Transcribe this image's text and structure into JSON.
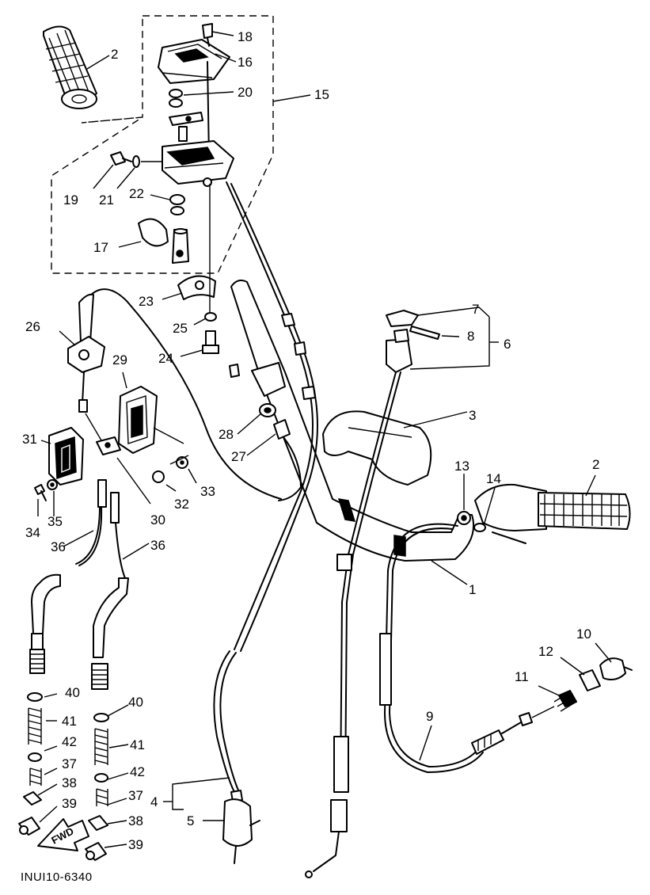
{
  "callouts": [
    {
      "id": "c2a",
      "text": "2"
    },
    {
      "id": "c18",
      "text": "18"
    },
    {
      "id": "c16",
      "text": "16"
    },
    {
      "id": "c20",
      "text": "20"
    },
    {
      "id": "c15",
      "text": "15"
    },
    {
      "id": "c19",
      "text": "19"
    },
    {
      "id": "c21",
      "text": "21"
    },
    {
      "id": "c22",
      "text": "22"
    },
    {
      "id": "c17",
      "text": "17"
    },
    {
      "id": "c23",
      "text": "23"
    },
    {
      "id": "c25",
      "text": "25"
    },
    {
      "id": "c24",
      "text": "24"
    },
    {
      "id": "c26",
      "text": "26"
    },
    {
      "id": "c29",
      "text": "29"
    },
    {
      "id": "c7",
      "text": "7"
    },
    {
      "id": "c8",
      "text": "8"
    },
    {
      "id": "c6",
      "text": "6"
    },
    {
      "id": "c3",
      "text": "3"
    },
    {
      "id": "c28",
      "text": "28"
    },
    {
      "id": "c27",
      "text": "27"
    },
    {
      "id": "c31",
      "text": "31"
    },
    {
      "id": "c32",
      "text": "32"
    },
    {
      "id": "c33",
      "text": "33"
    },
    {
      "id": "c30",
      "text": "30"
    },
    {
      "id": "c34",
      "text": "34"
    },
    {
      "id": "c35",
      "text": "35"
    },
    {
      "id": "c13",
      "text": "13"
    },
    {
      "id": "c14",
      "text": "14"
    },
    {
      "id": "c2b",
      "text": "2"
    },
    {
      "id": "c36a",
      "text": "36"
    },
    {
      "id": "c36b",
      "text": "36"
    },
    {
      "id": "c1",
      "text": "1"
    },
    {
      "id": "c10",
      "text": "10"
    },
    {
      "id": "c12",
      "text": "12"
    },
    {
      "id": "c11",
      "text": "11"
    },
    {
      "id": "c40a",
      "text": "40"
    },
    {
      "id": "c40b",
      "text": "40"
    },
    {
      "id": "c41a",
      "text": "41"
    },
    {
      "id": "c41b",
      "text": "41"
    },
    {
      "id": "c42a",
      "text": "42"
    },
    {
      "id": "c42b",
      "text": "42"
    },
    {
      "id": "c37a",
      "text": "37"
    },
    {
      "id": "c37b",
      "text": "37"
    },
    {
      "id": "c38a",
      "text": "38"
    },
    {
      "id": "c38b",
      "text": "38"
    },
    {
      "id": "c39a",
      "text": "39"
    },
    {
      "id": "c39b",
      "text": "39"
    },
    {
      "id": "c9",
      "text": "9"
    },
    {
      "id": "c4",
      "text": "4"
    },
    {
      "id": "c5",
      "text": "5"
    }
  ],
  "fwd_badge": "FWD",
  "drawing_code": "INUI10-6340"
}
